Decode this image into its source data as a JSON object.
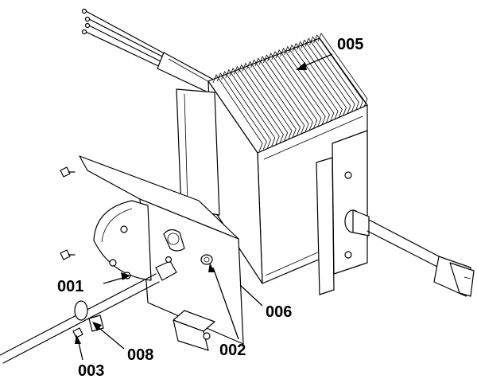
{
  "callouts": {
    "c001": "001",
    "c002": "002",
    "c003": "003",
    "c005": "005",
    "c006": "006",
    "c008": "008"
  },
  "colors": {
    "line": "#000000",
    "background": "#ffffff"
  }
}
